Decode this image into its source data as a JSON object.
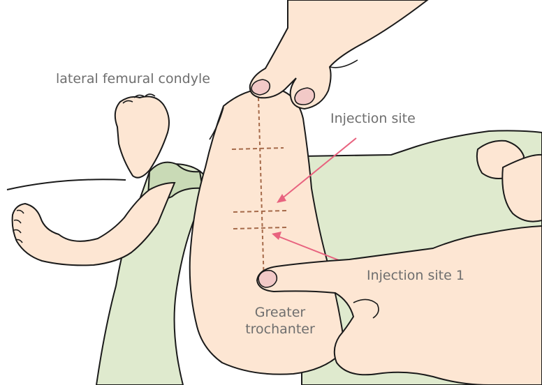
{
  "labels": {
    "lateral_femoral_condyle": "lateral femural condyle",
    "injection_site": "Injection site",
    "injection_site_1": "Injection site 1",
    "greater_trochanter_line1": "Greater",
    "greater_trochanter_line2": "trochanter"
  },
  "colors": {
    "outline": "#1a1a1a",
    "skin": "#fde6d3",
    "blanket": "#dfeace",
    "blanket_shadow": "#c9dab6",
    "landmark_dash": "#a56a4a",
    "arrow": "#e8637f",
    "label_text": "#6e6e6e"
  }
}
